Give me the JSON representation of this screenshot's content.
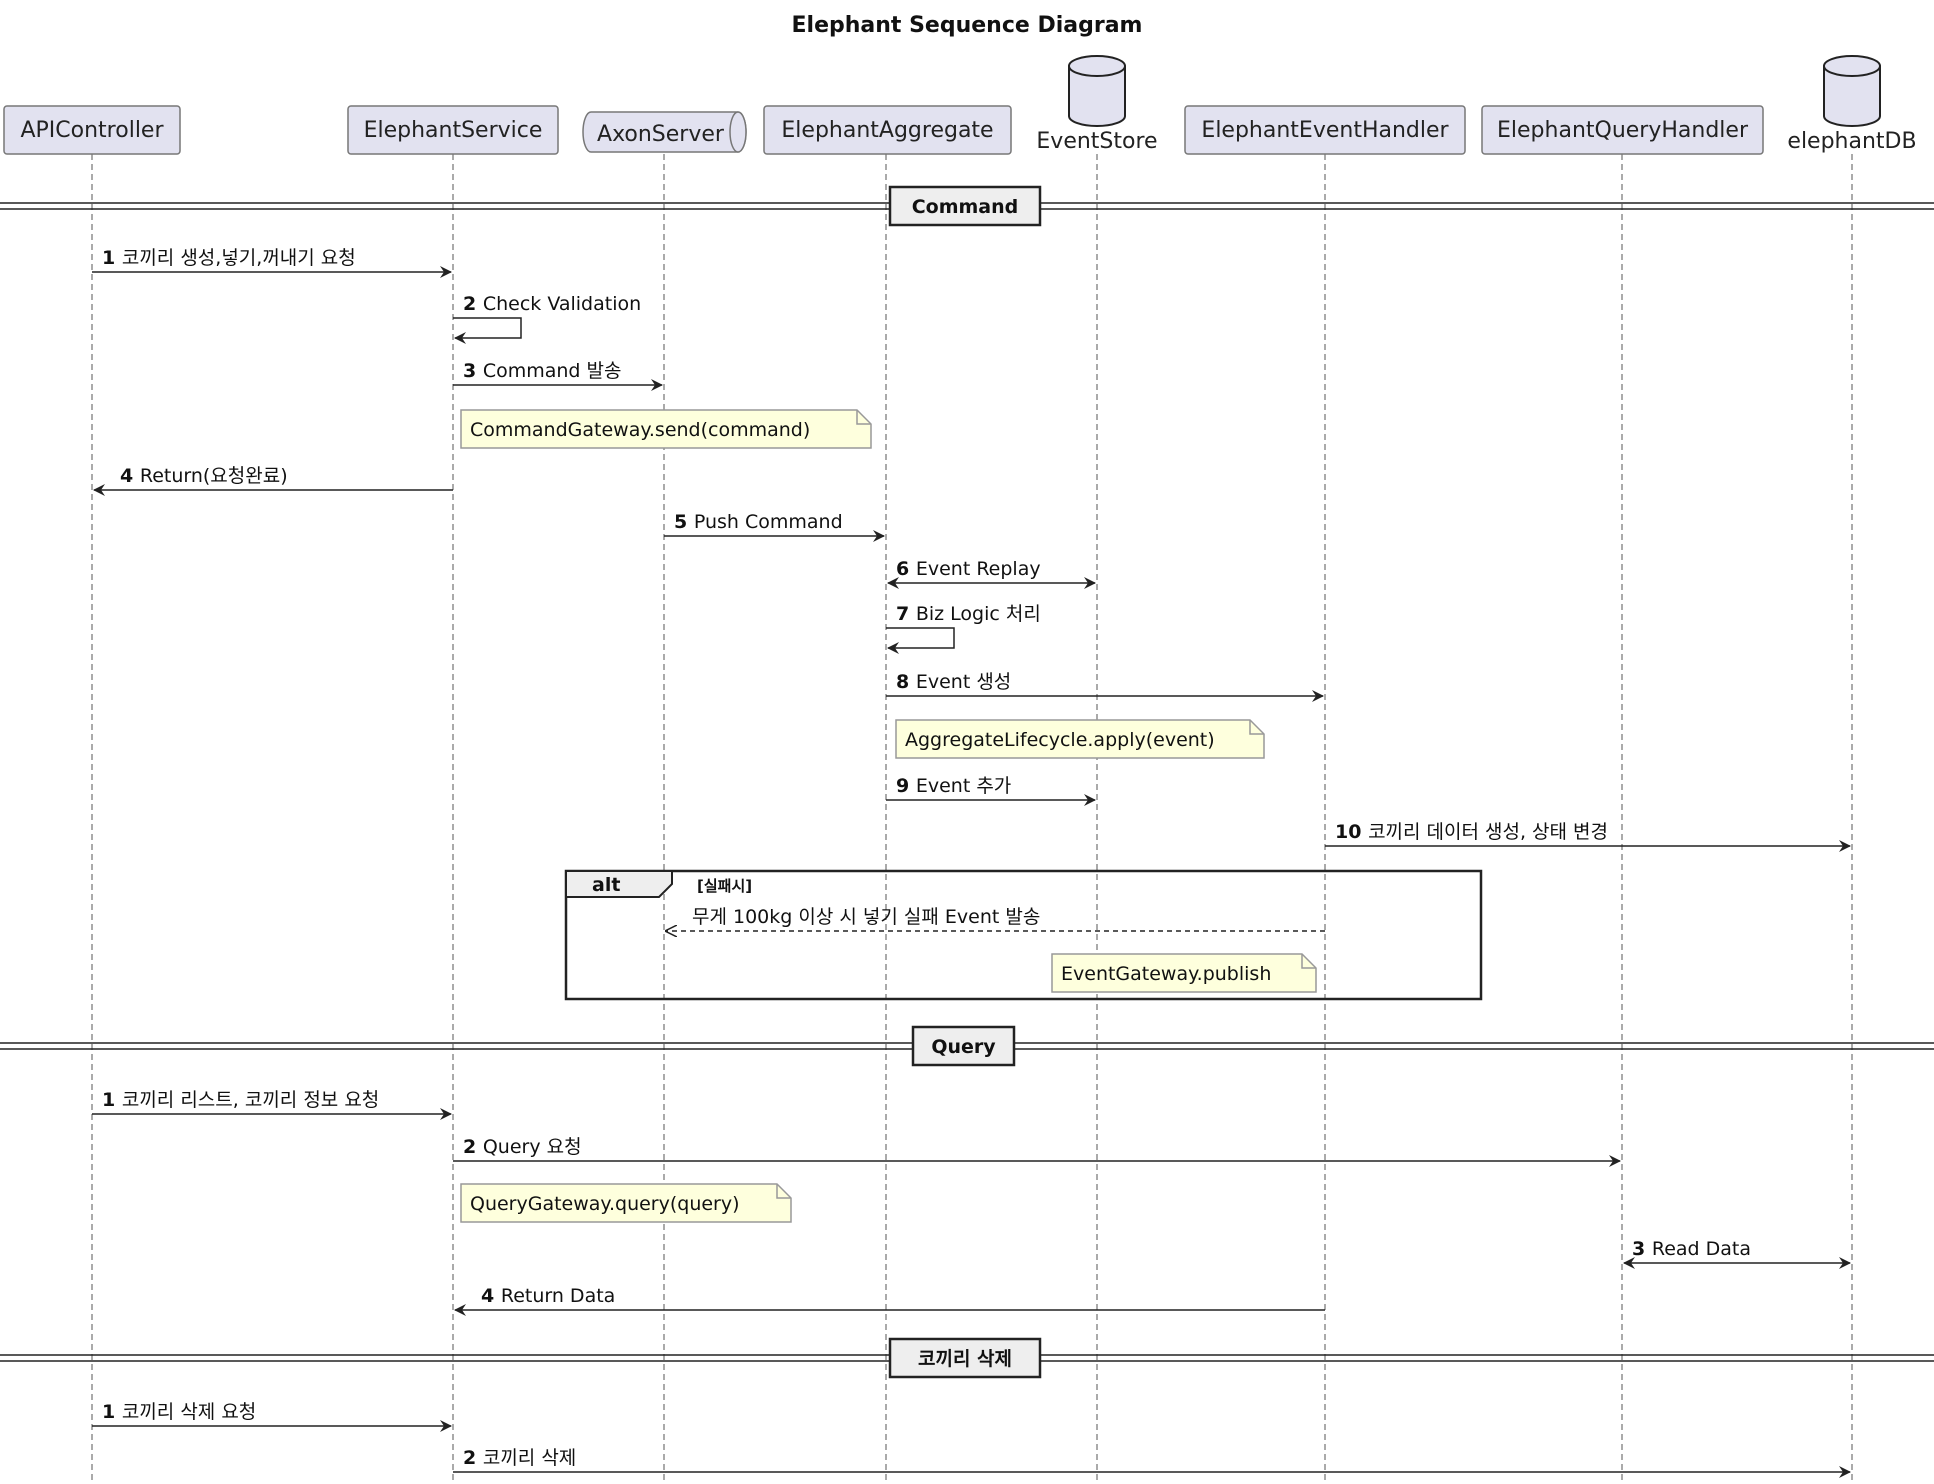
{
  "title": "Elephant Sequence Diagram",
  "participants": [
    {
      "id": "api",
      "label": "APIController",
      "shape": "box"
    },
    {
      "id": "svc",
      "label": "ElephantService",
      "shape": "box"
    },
    {
      "id": "axon",
      "label": "AxonServer",
      "shape": "queue"
    },
    {
      "id": "agg",
      "label": "ElephantAggregate",
      "shape": "box"
    },
    {
      "id": "store",
      "label": "EventStore",
      "shape": "database"
    },
    {
      "id": "evh",
      "label": "ElephantEventHandler",
      "shape": "box"
    },
    {
      "id": "qh",
      "label": "ElephantQueryHandler",
      "shape": "box"
    },
    {
      "id": "db",
      "label": "elephantDB",
      "shape": "database"
    }
  ],
  "sections": [
    {
      "label": "Command",
      "messages": [
        {
          "num": "1",
          "text": "코끼리 생성,넣기,꺼내기 요청",
          "from": "api",
          "to": "svc",
          "style": "solid"
        },
        {
          "num": "2",
          "text": "Check Validation",
          "from": "svc",
          "to": "svc",
          "style": "self"
        },
        {
          "num": "3",
          "text": "Command 발송",
          "from": "svc",
          "to": "axon",
          "style": "solid"
        },
        {
          "note": "CommandGateway.send(command)",
          "at": "svc"
        },
        {
          "num": "4",
          "text": "Return(요청완료)",
          "from": "svc",
          "to": "api",
          "style": "solid"
        },
        {
          "num": "5",
          "text": "Push Command",
          "from": "axon",
          "to": "agg",
          "style": "solid"
        },
        {
          "num": "6",
          "text": "Event Replay",
          "from": "agg",
          "to": "store",
          "style": "both"
        },
        {
          "num": "7",
          "text": "Biz Logic 처리",
          "from": "agg",
          "to": "agg",
          "style": "self"
        },
        {
          "num": "8",
          "text": "Event 생성",
          "from": "agg",
          "to": "evh",
          "style": "solid"
        },
        {
          "note": "AggregateLifecycle.apply(event)",
          "at": "agg"
        },
        {
          "num": "9",
          "text": "Event 추가",
          "from": "agg",
          "to": "store",
          "style": "solid"
        },
        {
          "num": "10",
          "text": "코끼리 데이터 생성, 상태 변경",
          "from": "evh",
          "to": "db",
          "style": "solid"
        }
      ],
      "alt": {
        "label": "alt",
        "condition": "[실패시]",
        "message": {
          "text": "무게 100kg 이상 시 넣기 실패 Event 발송",
          "from": "evh",
          "to": "axon",
          "style": "dashed"
        },
        "note": "EventGateway.publish"
      }
    },
    {
      "label": "Query",
      "messages": [
        {
          "num": "1",
          "text": "코끼리 리스트, 코끼리 정보 요청",
          "from": "api",
          "to": "svc",
          "style": "solid"
        },
        {
          "num": "2",
          "text": "Query 요청",
          "from": "svc",
          "to": "qh",
          "style": "solid"
        },
        {
          "note": "QueryGateway.query(query)",
          "at": "svc"
        },
        {
          "num": "3",
          "text": "Read Data",
          "from": "qh",
          "to": "db",
          "style": "both"
        },
        {
          "num": "4",
          "text": "Return Data",
          "from": "evh",
          "to": "svc",
          "style": "solid"
        }
      ]
    },
    {
      "label": "코끼리 삭제",
      "messages": [
        {
          "num": "1",
          "text": "코끼리 삭제 요청",
          "from": "api",
          "to": "svc",
          "style": "solid"
        },
        {
          "num": "2",
          "text": "코끼리 삭제",
          "from": "svc",
          "to": "db",
          "style": "solid"
        }
      ]
    }
  ],
  "colors": {
    "participant_fill": "#E2E2F0",
    "participant_stroke": "#777777",
    "note_fill": "#FEFFDD",
    "note_stroke": "#999999",
    "separator_fill": "#EEEEEE"
  }
}
